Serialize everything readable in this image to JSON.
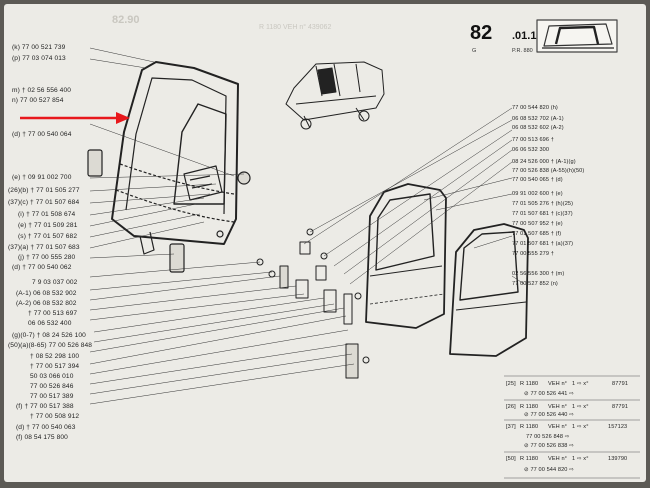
{
  "header": {
    "page_number": "82",
    "section": ".01.1",
    "sub_left": "G",
    "sub_right": "P.R. 880"
  },
  "bg_text": {
    "left_top": "R 1180 VEH n° 439062",
    "right_top": "82.90"
  },
  "colors": {
    "arrow": "#e8181c",
    "ink": "#1d1d1d",
    "paper": "#ecebe6"
  },
  "left_labels": [
    "(k) 77 00 521 739",
    "(p) 77 03 074 013",
    "m) † 02 56 556 400",
    "n)  77 00 527 854",
    "(d) † 77 00 540 064",
    "(e) † 09 91 002 700",
    "(26)(b) † 77 01 505 277",
    "(37)(c) † 77 01 507 684",
    "(i) † 77 01 508 674",
    "(e) † 77 01 509 281",
    "(s) † 77 01 507 682",
    "(37)(a) † 77 01 507 683",
    "(j) † 77 00 555 280",
    "(d) † 77 00 540 062",
    "7 9 03 037 002",
    "(A-1) 06 08 532 902",
    "(A-2) 06 08 532 802",
    "† 77 00 513 697",
    "06 06 532 400",
    "(g)(0-7) † 08 24 526 100",
    "(50)(a)(8-65) 77 00 526 848",
    "† 08 52 298 100",
    "† 77 00 517 394",
    "50 03 066 010",
    "77 00 526 846",
    "77 00 517 389",
    "(f) † 77 00 517 388",
    "† 77 00 508 912",
    "(d) † 77 00 540 063",
    "(f) 08 54 175 800"
  ],
  "right_labels": [
    "77 00 544 820 (h)",
    "06 08 532 702 (A-1)",
    "06 08 532 602 (A-2)",
    "77 00 513 696 †",
    "06 06 532 300",
    "08 24 526 000 † (A-1)(g)",
    "77 00 526 838 (A-55)(h)(50)",
    "77 00 540 065 † (d)",
    "09 91 002 600 † (e)",
    "77 01 505 276 † (h)(25)",
    "77 01 507 681 † (c)(37)",
    "77 00 507 952 † (e)",
    "77 01 507 685 † (f)",
    "77 01 507 681 † (a)(37)",
    "77 00 555 279 †",
    "02 56 556 300 † (m)",
    "77 00 527 852 (n)"
  ],
  "veh_table": [
    {
      "key": "[25]",
      "model": "R 1180",
      "veh": "VEH n°",
      "range": "1 ⇨ x°",
      "serial": "87791",
      "ref": "⊘ 77 00 526 441 ⇨"
    },
    {
      "key": "[26]",
      "model": "R 1180",
      "veh": "VEH n°",
      "range": "1 ⇨ x°",
      "serial": "87791",
      "ref": "⊘ 77 00 526 440 ⇨"
    },
    {
      "key": "[37]",
      "model": "R 1180",
      "veh": "VEH n°",
      "range": "1 ⇨ x°",
      "serial": "157123",
      "ref": "77 00 526 848 ⇨",
      "ref2": "⊘ 77 00 526 838 ⇨"
    },
    {
      "key": "[50]",
      "model": "R 1180",
      "veh": "VEH n°",
      "range": "1 ⇨ x°",
      "serial": "139790",
      "ref": "⊘ 77 00 544 820 ⇨"
    }
  ]
}
